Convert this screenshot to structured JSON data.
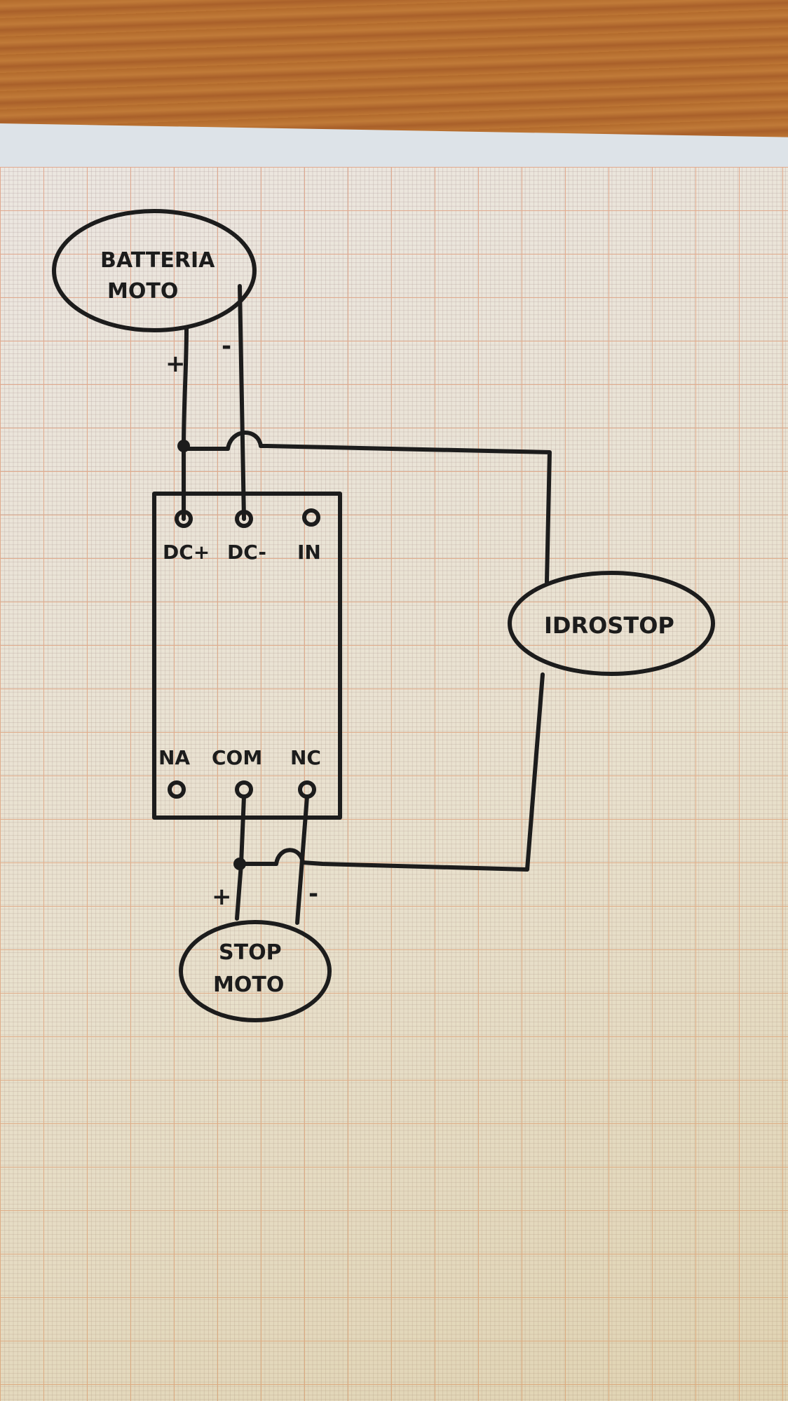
{
  "diagram": {
    "nodes": {
      "battery": {
        "line1": "BATTERIA",
        "line2": "MOTO"
      },
      "idrostop": {
        "label": "IDROSTOP"
      },
      "stop_moto": {
        "line1": "STOP",
        "line2": "MOTO"
      }
    },
    "relay": {
      "top_terminals": [
        "DC+",
        "DC-",
        "IN"
      ],
      "bottom_terminals": [
        "NA",
        "COM",
        "NC"
      ]
    },
    "polarity": {
      "battery_plus": "+",
      "battery_minus": "-",
      "stop_plus": "+",
      "stop_minus": "-"
    },
    "colors": {
      "ink": "#1c1c1c",
      "paper": "#ece7e1",
      "grid": "#e1a990",
      "wood": "#b26a2c"
    }
  }
}
